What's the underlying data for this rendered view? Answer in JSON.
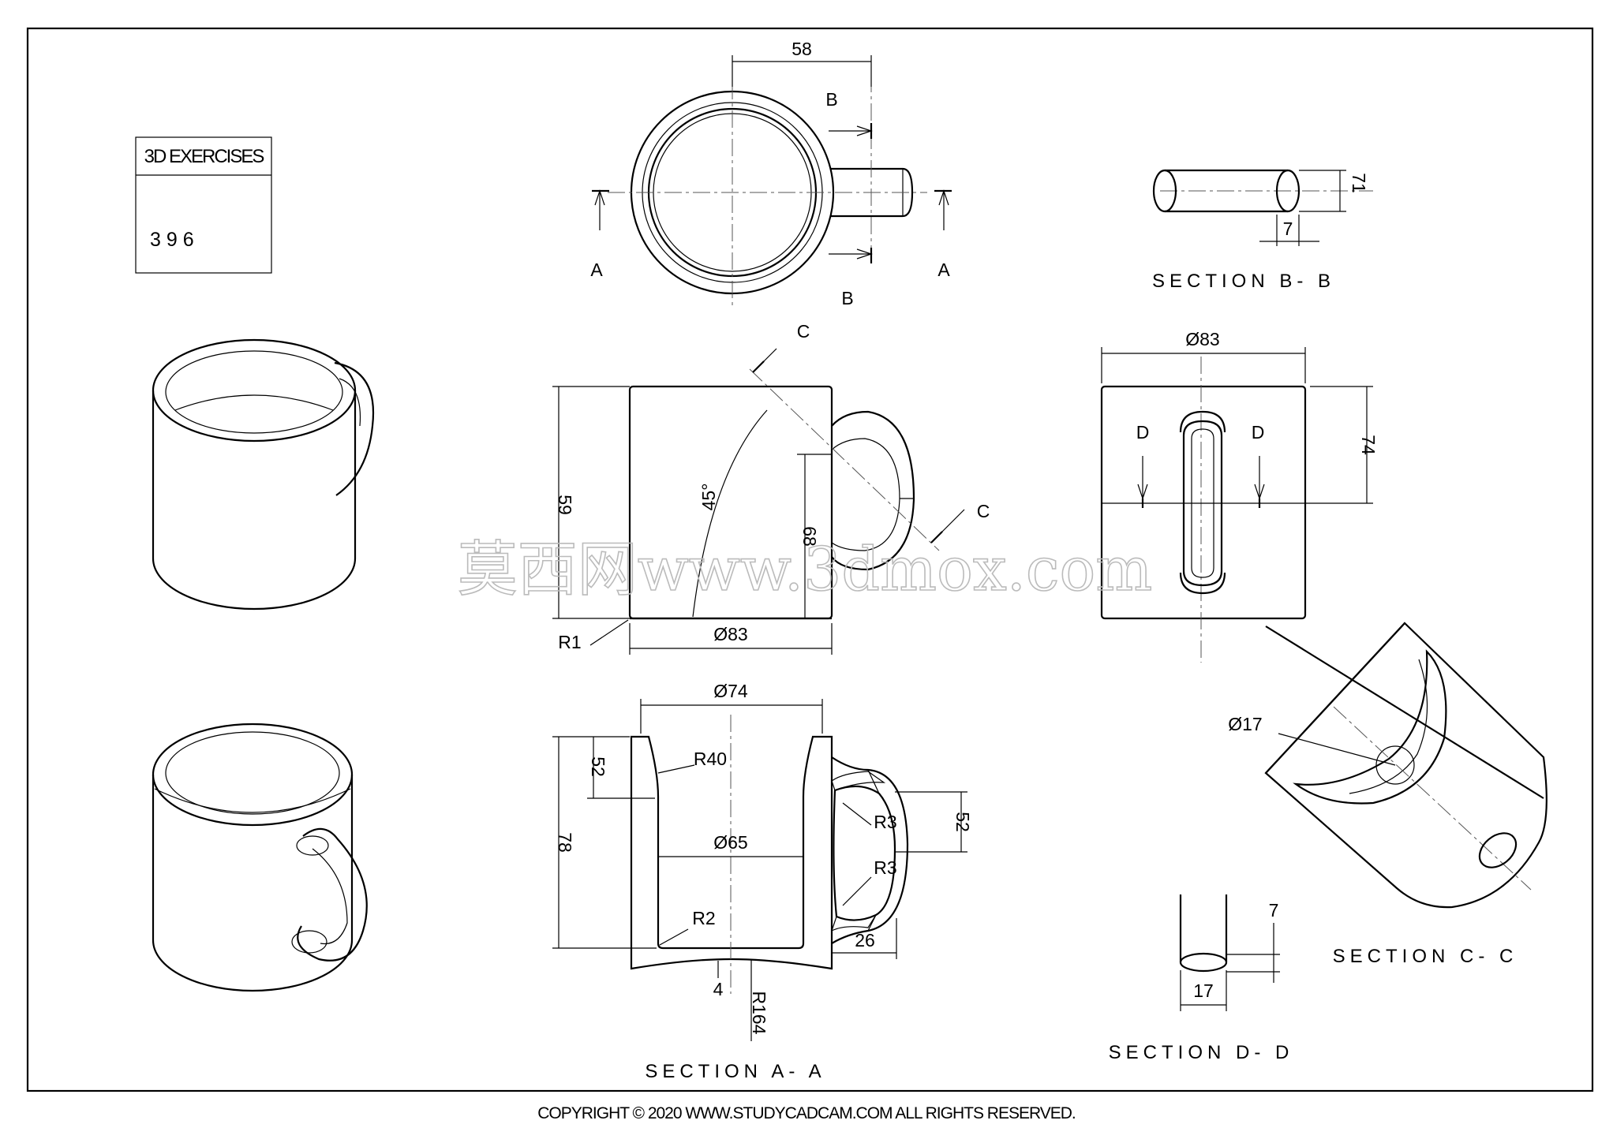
{
  "title_block": {
    "heading": "3D EXERCISES",
    "number": "3 9 6"
  },
  "top_view": {
    "dim_58": "58",
    "cut_a_left": "A",
    "cut_a_right": "A",
    "cut_b_top": "B",
    "cut_b_bottom": "B"
  },
  "section_bb": {
    "label": "SECTION B- B",
    "dim_7": "7",
    "dim_71": "71"
  },
  "front_view": {
    "cut_c_top": "C",
    "cut_c_bottom": "C",
    "angle": "45°",
    "dim_59": "59",
    "dim_68": "68",
    "dim_r1": "R1",
    "dim_d83": "Ø83"
  },
  "side_view": {
    "dim_d83": "Ø83",
    "dim_74": "74",
    "cut_d_left": "D",
    "cut_d_right": "D"
  },
  "section_aa": {
    "label": "SECTION A- A",
    "dim_d74": "Ø74",
    "dim_d65": "Ø65",
    "dim_r40": "R40",
    "dim_r2": "R2",
    "dim_r3a": "R3",
    "dim_r3b": "R3",
    "dim_52a": "52",
    "dim_52b": "52",
    "dim_78": "78",
    "dim_26": "26",
    "dim_4": "4",
    "dim_r164": "R164"
  },
  "section_cc": {
    "label": "SECTION C- C",
    "dim_d17": "Ø17"
  },
  "section_dd": {
    "label": "SECTION D- D",
    "dim_17": "17",
    "dim_7": "7"
  },
  "watermark": "莫西网www.3dmox.com",
  "copyright": "COPYRIGHT © 2020 WWW.STUDYCADCAM.COM ALL RIGHTS RESERVED."
}
